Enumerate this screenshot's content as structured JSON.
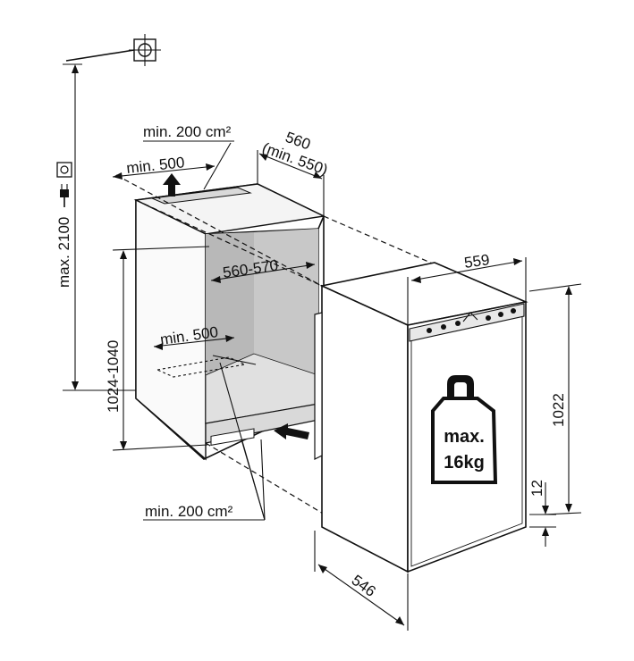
{
  "labels": {
    "vent_top_area": "min. 200 cm²",
    "vent_top_depth": "min. 500",
    "niche_width": "560",
    "niche_width_min": "(min. 550)",
    "niche_inner_width": "560-570",
    "niche_height": "1024-1040",
    "vent_bottom_depth": "min. 500",
    "vent_bottom_area": "min. 200 cm²",
    "socket_height": "max. 2100",
    "appliance_width": "559",
    "appliance_height": "1022",
    "plinth_height": "12",
    "appliance_depth": "546",
    "door_load_line1": "max.",
    "door_load_line2": "16kg"
  },
  "icons": {
    "socket": "power-socket-icon",
    "plug": "power-plug-icon",
    "water": "water-connection-icon",
    "weight": "weight-icon",
    "airflow_up": "arrow-up-icon",
    "airflow_in": "arrow-left-icon"
  },
  "colors": {
    "line": "#111111",
    "niche_fill": "#e6e6e6",
    "niche_back": "#c8c8c8",
    "vent_fill": "#d9d9d9",
    "background": "#ffffff"
  }
}
